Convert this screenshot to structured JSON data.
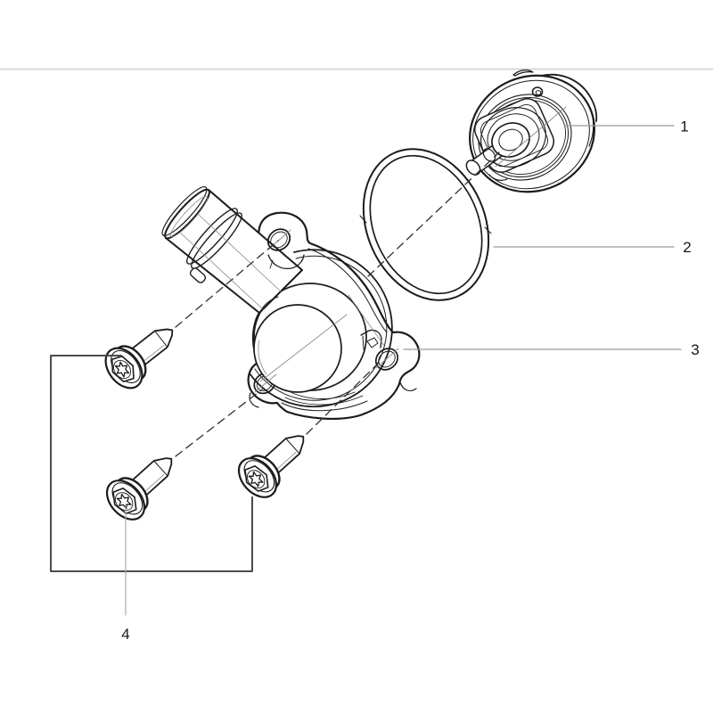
{
  "diagram": {
    "type": "exploded-parts-diagram",
    "callouts": [
      {
        "label": "1",
        "part": "thermostat"
      },
      {
        "label": "2",
        "part": "o-ring-seal"
      },
      {
        "label": "3",
        "part": "thermostat-housing-cover"
      },
      {
        "label": "4",
        "part": "flanged-torx-bolt",
        "quantity_drawn": 3
      }
    ]
  },
  "colors": {
    "background": "#ffffff",
    "line_dark": "#1c1c1c",
    "line_thin": "#8a8a8a",
    "line_dash": "#2f2f2f",
    "callout_line": "#9a9a9a",
    "bracket_line": "#4b4b4b",
    "leader_line": "#ababab",
    "divider": "#d4d4d4",
    "label_text": "#16161e"
  }
}
